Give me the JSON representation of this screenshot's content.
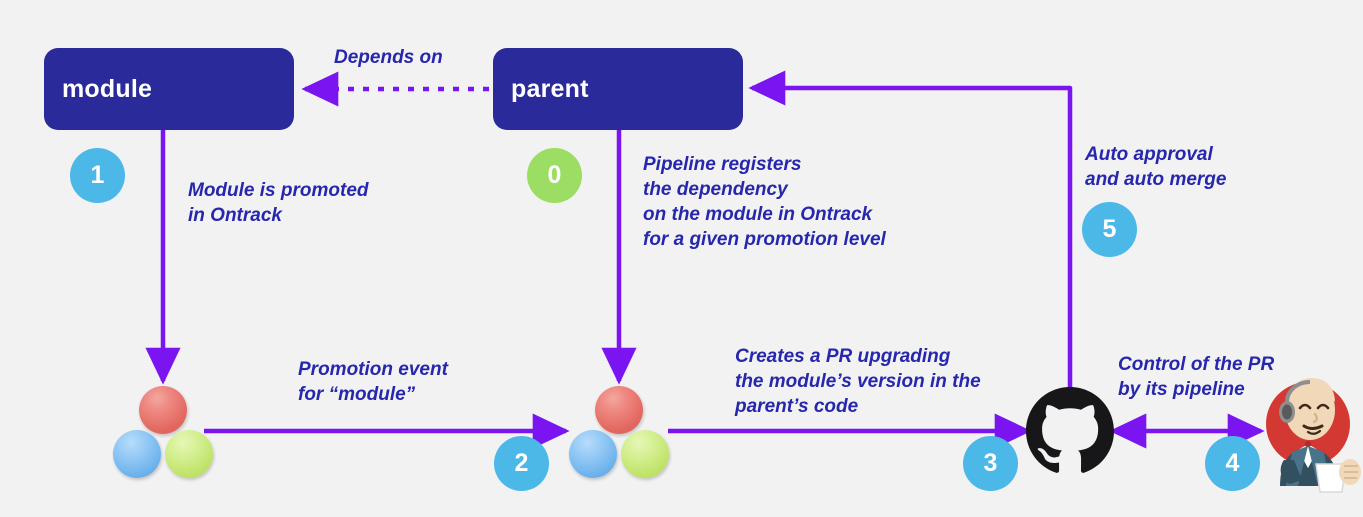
{
  "diagram": {
    "background_color": "#f2f2f2",
    "accent_arrow_color": "#7a14f0",
    "box_color": "#2a2a9b",
    "note_color": "#2727ad",
    "step_blue": "#4cb8e8",
    "step_green": "#9cdd63"
  },
  "boxes": [
    {
      "id": "module",
      "label": "module"
    },
    {
      "id": "parent",
      "label": "parent"
    }
  ],
  "notes": {
    "depends_on": "Depends on",
    "module_promoted": "Module is promoted\nin Ontrack",
    "pipeline_registers": "Pipeline registers\nthe dependency\non the module in Ontrack\nfor a given promotion level",
    "auto_approval": "Auto approval\nand auto merge",
    "promotion_event": "Promotion event\nfor “module”",
    "creates_pr": "Creates a PR upgrading\nthe module’s version in the\nparent’s code",
    "control_of_pr": "Control of the PR\nby its pipeline"
  },
  "steps": [
    {
      "id": "step-0",
      "label": "0",
      "color": "green"
    },
    {
      "id": "step-1",
      "label": "1",
      "color": "blue"
    },
    {
      "id": "step-2",
      "label": "2",
      "color": "blue"
    },
    {
      "id": "step-3",
      "label": "3",
      "color": "blue"
    },
    {
      "id": "step-4",
      "label": "4",
      "color": "blue"
    },
    {
      "id": "step-5",
      "label": "5",
      "color": "blue"
    }
  ],
  "icons": {
    "ontrack_module": "ontrack-logo-icon",
    "ontrack_parent": "ontrack-logo-icon",
    "github": "github-octocat-icon",
    "jenkins": "jenkins-butler-icon"
  }
}
